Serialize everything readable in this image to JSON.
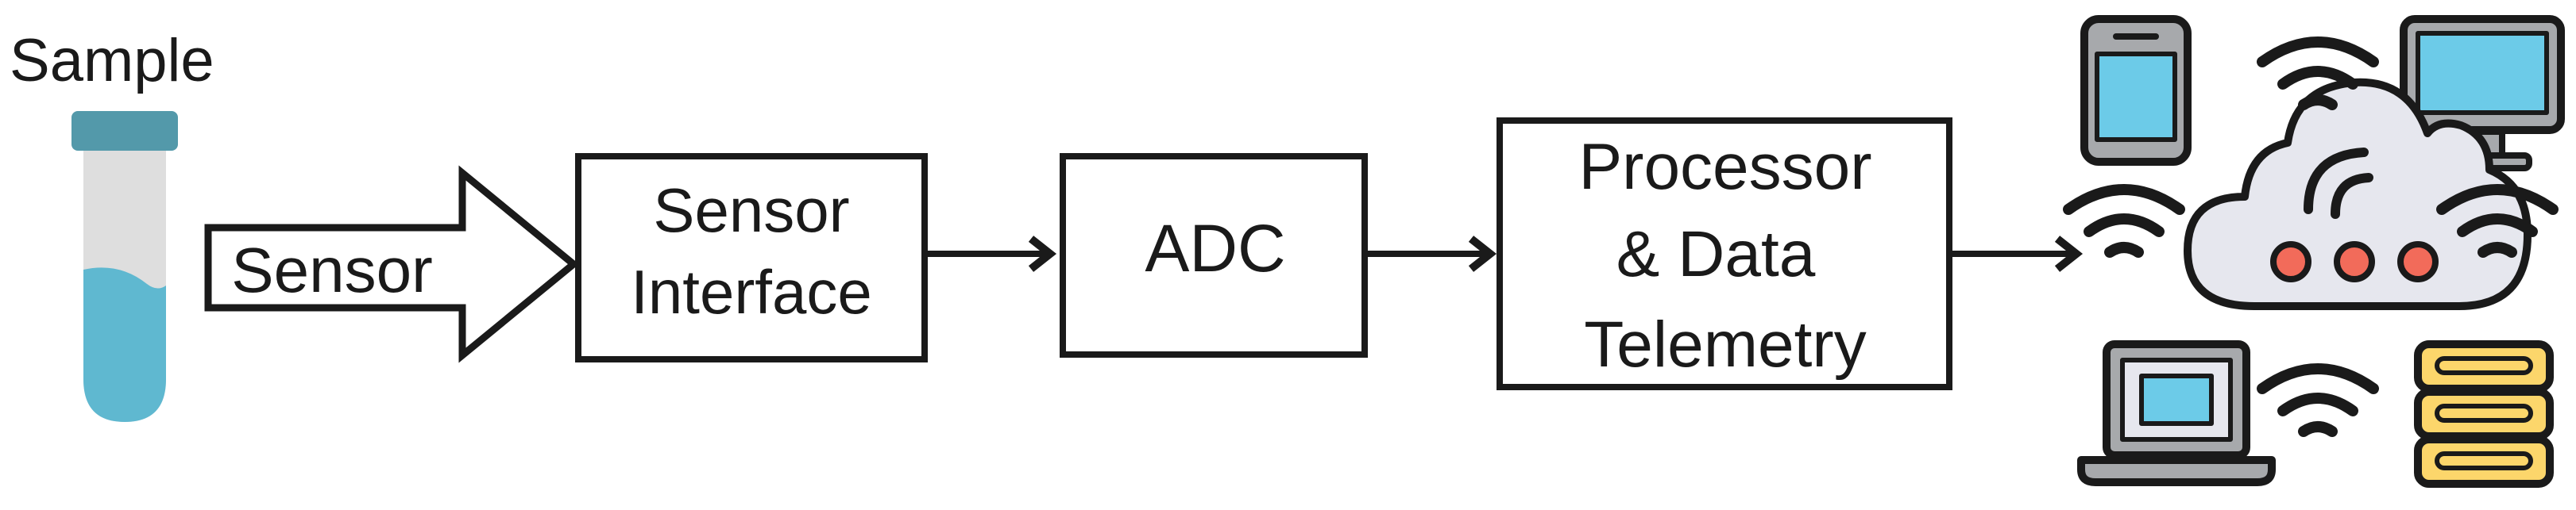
{
  "sample": {
    "label": "Sample"
  },
  "sensor": {
    "label": "Sensor"
  },
  "blocks": {
    "sensor_interface": [
      "Sensor",
      "Interface"
    ],
    "adc": [
      "ADC"
    ],
    "processor": [
      "Processor",
      "& Data",
      "Telemetry"
    ]
  },
  "icons": [
    "test-tube-icon",
    "smartphone-icon",
    "desktop-monitor-icon",
    "cloud-icon",
    "laptop-icon",
    "database-icon",
    "wifi-icon"
  ],
  "colors": {
    "stroke": "#1a1a1a",
    "screen_blue": "#6ccbe8",
    "liquid_blue": "#5fb8d0",
    "tube_cap": "#5399aa",
    "tube_glass": "#dedede",
    "device_gray": "#a7a9ac",
    "cloud_fill": "#e6e7ee",
    "cloud_dot": "#f26b5a",
    "db_yellow": "#fcd66b"
  }
}
